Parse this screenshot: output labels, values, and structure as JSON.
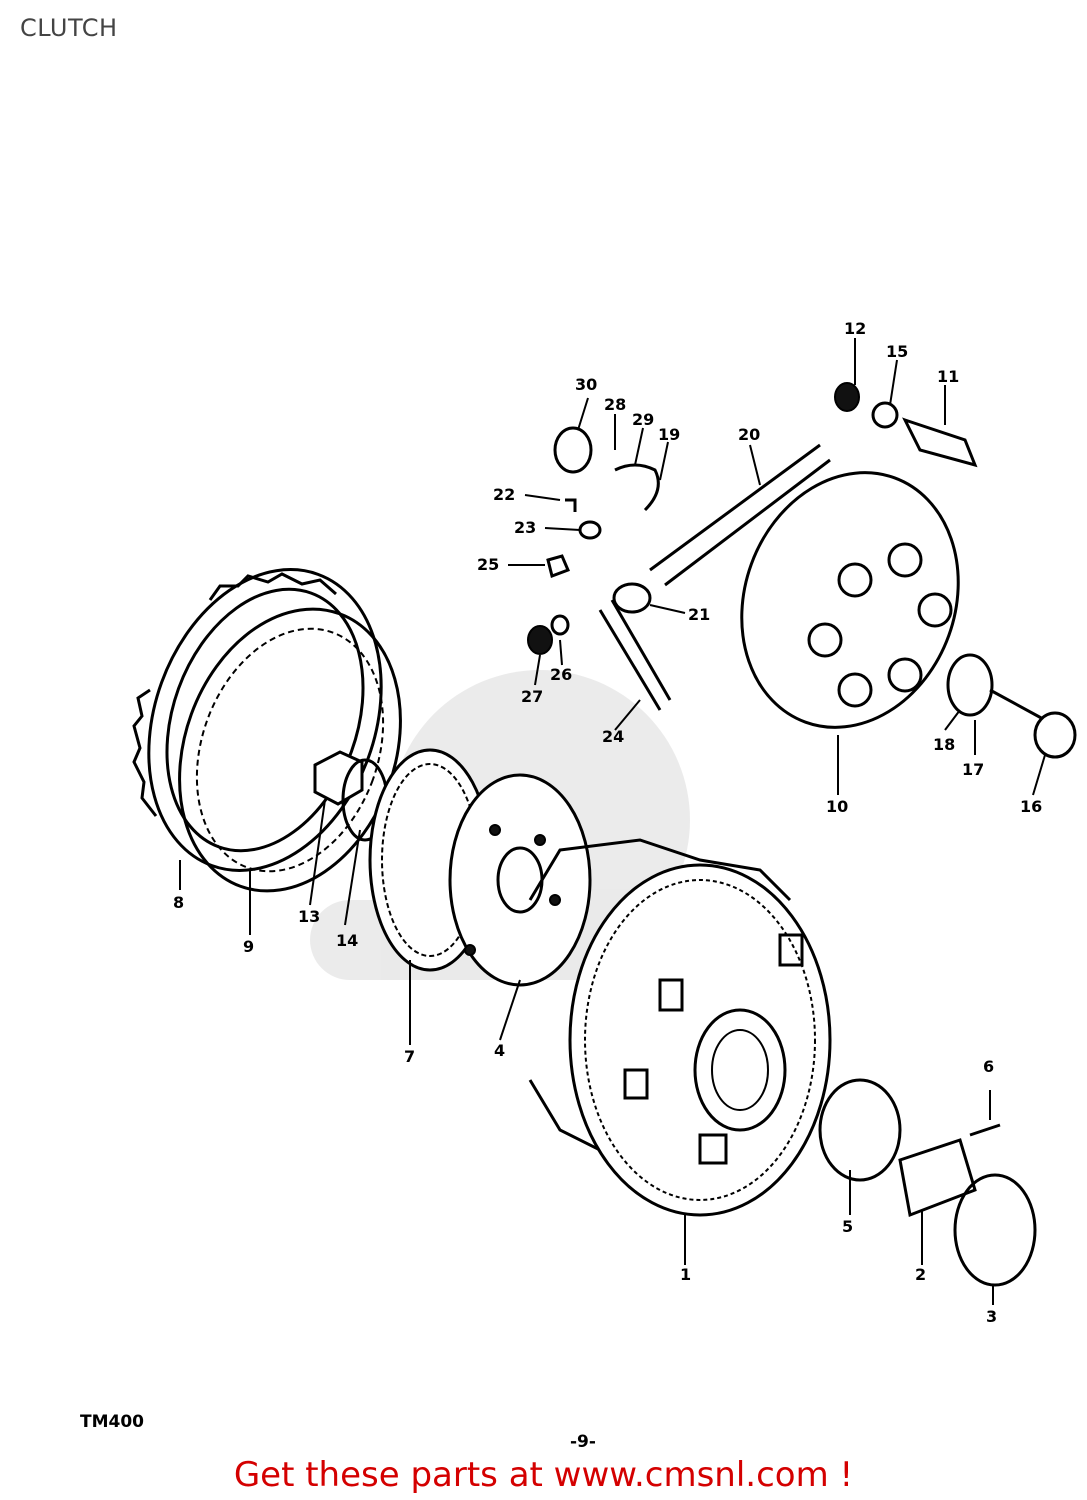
{
  "title": "CLUTCH",
  "model_code": "TM400",
  "page_number": "-9-",
  "call_to_action": "Get these parts at www.cmsnl.com !",
  "call_to_action_color": "#d40000",
  "parts": [
    "1",
    "2",
    "3",
    "4",
    "5",
    "6",
    "7",
    "8",
    "9",
    "10",
    "11",
    "12",
    "13",
    "14",
    "15",
    "16",
    "17",
    "18",
    "19",
    "20",
    "21",
    "22",
    "23",
    "24",
    "25",
    "26",
    "27",
    "28",
    "29",
    "30"
  ]
}
